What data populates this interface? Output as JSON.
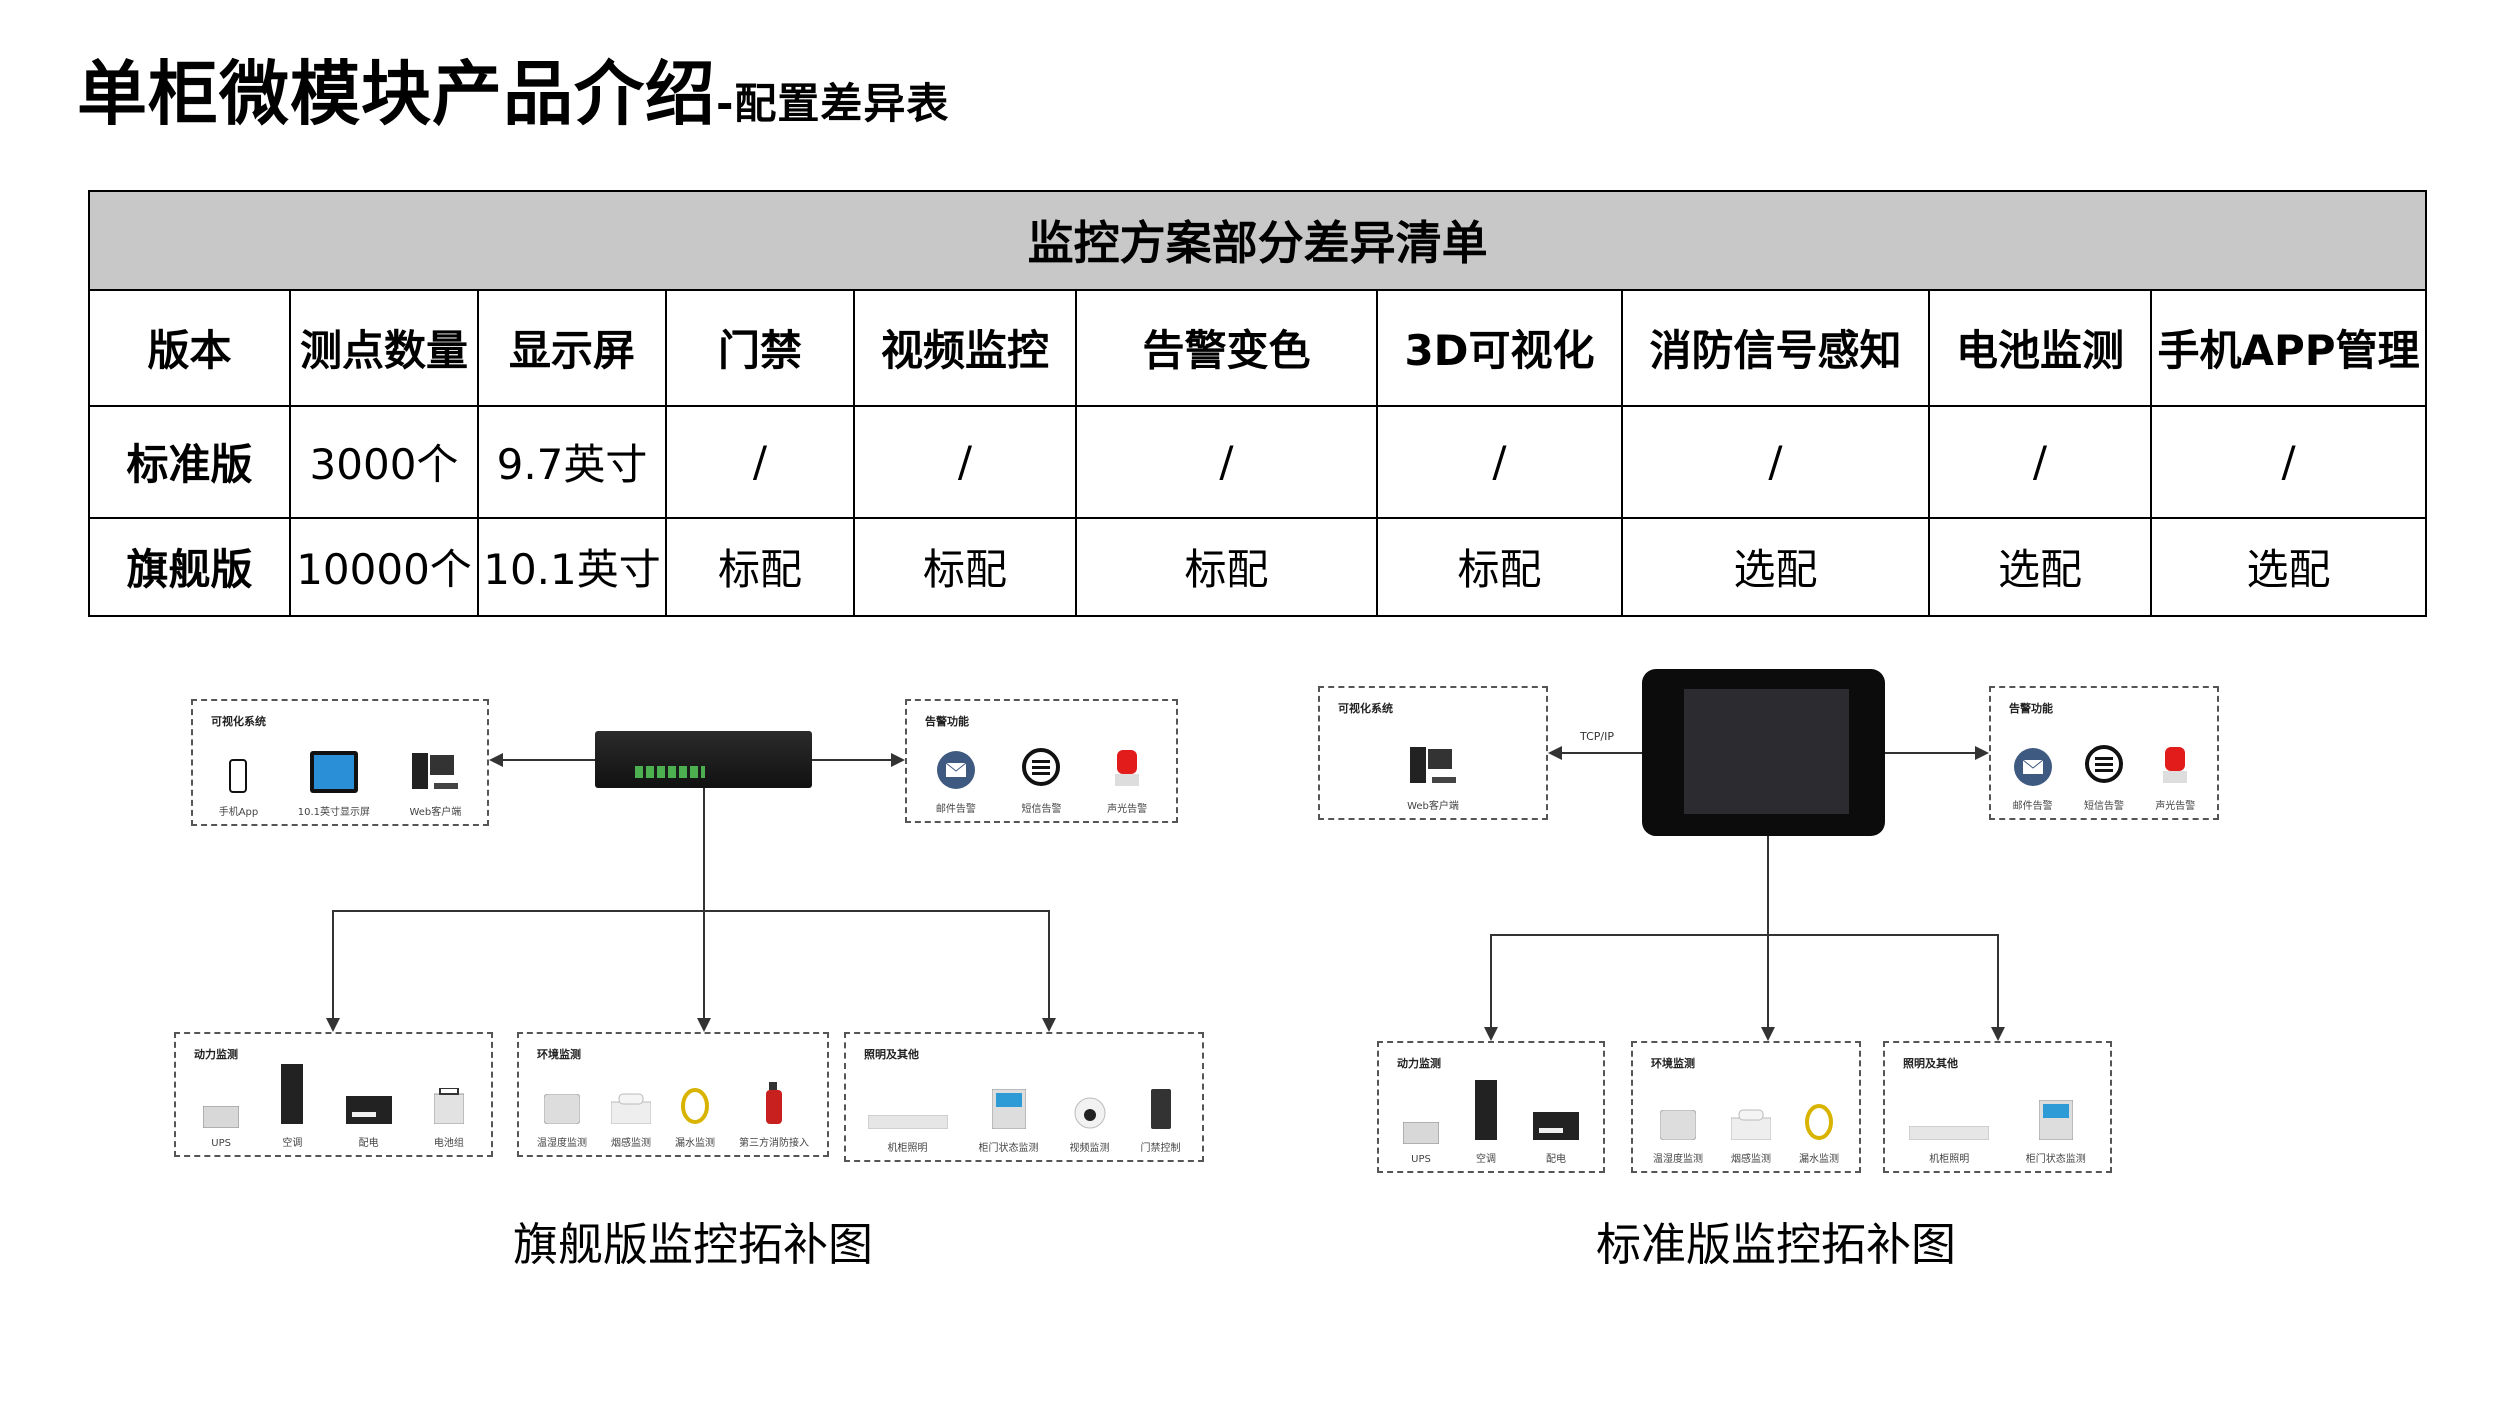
{
  "title": {
    "main": "单柜微模块产品介绍",
    "sub": "-配置差异表"
  },
  "table": {
    "caption": "监控方案部分差异清单",
    "headers": [
      "版本",
      "测点数量",
      "显示屏",
      "门禁",
      "视频监控",
      "告警变色",
      "3D可视化",
      "消防信号感知",
      "电池监测",
      "手机APP管理"
    ],
    "rows": [
      [
        "标准版",
        "3000个",
        "9.7英寸",
        "/",
        "/",
        "/",
        "/",
        "/",
        "/",
        "/"
      ],
      [
        "旗舰版",
        "10000个",
        "10.1英寸",
        "标配",
        "标配",
        "标配",
        "标配",
        "选配",
        "选配",
        "选配"
      ]
    ]
  },
  "flagship": {
    "caption": "旗舰版监控拓补图",
    "visual": {
      "title": "可视化系统",
      "items": [
        {
          "label": "手机App",
          "icon": "phone"
        },
        {
          "label": "10.1英寸显示屏",
          "icon": "tablet"
        },
        {
          "label": "Web客户端",
          "icon": "pc"
        }
      ]
    },
    "alarm": {
      "title": "告警功能",
      "items": [
        {
          "label": "邮件告警",
          "icon": "mail"
        },
        {
          "label": "短信告警",
          "icon": "sms"
        },
        {
          "label": "声光告警",
          "icon": "siren"
        }
      ]
    },
    "power": {
      "title": "动力监测",
      "items": [
        {
          "label": "UPS",
          "icon": "ups"
        },
        {
          "label": "空调",
          "icon": "ac"
        },
        {
          "label": "配电",
          "icon": "pdu"
        },
        {
          "label": "电池组",
          "icon": "battery"
        }
      ]
    },
    "env": {
      "title": "环境监测",
      "items": [
        {
          "label": "温湿度监测",
          "icon": "th"
        },
        {
          "label": "烟感监测",
          "icon": "smoke"
        },
        {
          "label": "漏水监测",
          "icon": "water"
        },
        {
          "label": "第三方消防接入",
          "icon": "fire"
        }
      ]
    },
    "other": {
      "title": "照明及其他",
      "items": [
        {
          "label": "机柜照明",
          "icon": "light"
        },
        {
          "label": "柜门状态监测",
          "icon": "door"
        },
        {
          "label": "视频监测",
          "icon": "camera"
        },
        {
          "label": "门禁控制",
          "icon": "access"
        }
      ]
    }
  },
  "standard": {
    "caption": "标准版监控拓补图",
    "link_label": "TCP/IP",
    "visual": {
      "title": "可视化系统",
      "items": [
        {
          "label": "Web客户端",
          "icon": "pc"
        }
      ]
    },
    "alarm": {
      "title": "告警功能",
      "items": [
        {
          "label": "邮件告警",
          "icon": "mail"
        },
        {
          "label": "短信告警",
          "icon": "sms"
        },
        {
          "label": "声光告警",
          "icon": "siren"
        }
      ]
    },
    "power": {
      "title": "动力监测",
      "items": [
        {
          "label": "UPS",
          "icon": "ups"
        },
        {
          "label": "空调",
          "icon": "ac"
        },
        {
          "label": "配电",
          "icon": "pdu"
        }
      ]
    },
    "env": {
      "title": "环境监测",
      "items": [
        {
          "label": "温湿度监测",
          "icon": "th"
        },
        {
          "label": "烟感监测",
          "icon": "smoke"
        },
        {
          "label": "漏水监测",
          "icon": "water"
        }
      ]
    },
    "other": {
      "title": "照明及其他",
      "items": [
        {
          "label": "机柜照明",
          "icon": "light"
        },
        {
          "label": "柜门状态监测",
          "icon": "door"
        }
      ]
    }
  }
}
